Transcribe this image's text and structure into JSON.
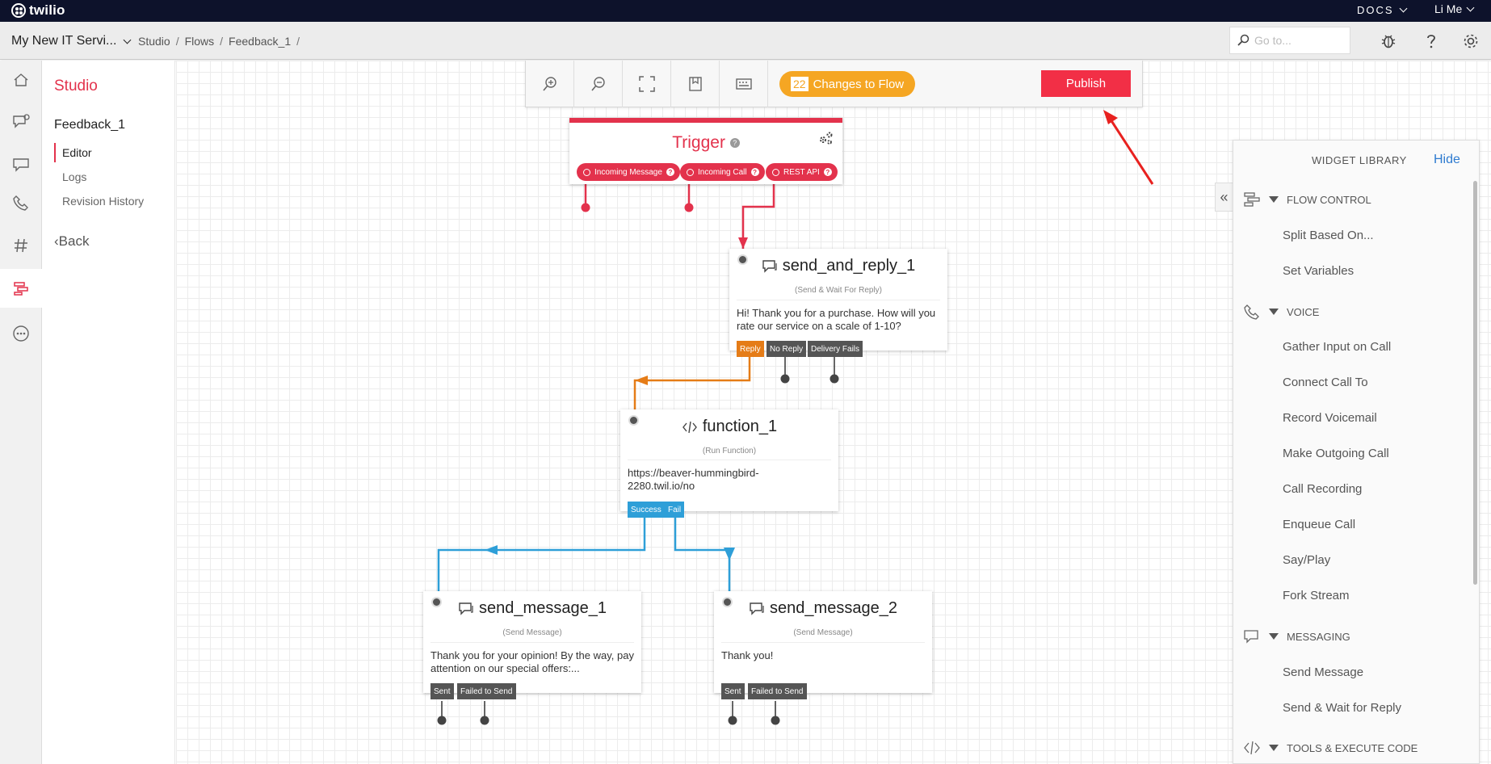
{
  "topbar": {
    "logo_text": "twilio",
    "docs_label": "DOCS",
    "user_label": "Li Me"
  },
  "subbar": {
    "project_name": "My New IT Servi...",
    "breadcrumbs": [
      "Studio",
      "Flows",
      "Feedback_1"
    ],
    "search_placeholder": "Go to..."
  },
  "sidebar": {
    "title": "Studio",
    "flow_name": "Feedback_1",
    "links": [
      "Editor",
      "Logs",
      "Revision History"
    ],
    "back_label": "Back"
  },
  "toolbar": {
    "changes_count": "22",
    "changes_label": "Changes to Flow",
    "publish_label": "Publish"
  },
  "trigger": {
    "title": "Trigger",
    "pills": [
      "Incoming Message",
      "Incoming Call",
      "REST API"
    ]
  },
  "widgets": {
    "send_and_reply": {
      "name": "send_and_reply_1",
      "type": "(Send & Wait For Reply)",
      "body": "Hi! Thank you for a purchase. How will you rate our service on a scale of 1-10?",
      "tags": [
        "Reply",
        "No Reply",
        "Delivery Fails"
      ]
    },
    "function": {
      "name": "function_1",
      "type": "(Run Function)",
      "body": "https://beaver-hummingbird-2280.twil.io/no",
      "tags": [
        "Success",
        "Fail"
      ]
    },
    "send_message_1": {
      "name": "send_message_1",
      "type": "(Send Message)",
      "body": "Thank you for your opinion! By the way, pay attention on our special offers:...",
      "tags": [
        "Sent",
        "Failed to Send"
      ]
    },
    "send_message_2": {
      "name": "send_message_2",
      "type": "(Send Message)",
      "body": "Thank you!",
      "tags": [
        "Sent",
        "Failed to Send"
      ]
    }
  },
  "library": {
    "title": "WIDGET LIBRARY",
    "hide_label": "Hide",
    "sections": {
      "flow_control": {
        "label": "FLOW CONTROL",
        "items": [
          "Split Based On...",
          "Set Variables"
        ]
      },
      "voice": {
        "label": "VOICE",
        "items": [
          "Gather Input on Call",
          "Connect Call To",
          "Record Voicemail",
          "Make Outgoing Call",
          "Call Recording",
          "Enqueue Call",
          "Say/Play",
          "Fork Stream"
        ]
      },
      "messaging": {
        "label": "MESSAGING",
        "items": [
          "Send Message",
          "Send & Wait for Reply"
        ]
      },
      "tools": {
        "label": "TOOLS & EXECUTE CODE"
      }
    }
  },
  "colors": {
    "brand_red": "#f22f46",
    "accent_orange": "#f5a623",
    "connector_blue": "#2e9fd8",
    "connector_orange": "#e57c17",
    "topbar_bg": "#0d122b"
  }
}
